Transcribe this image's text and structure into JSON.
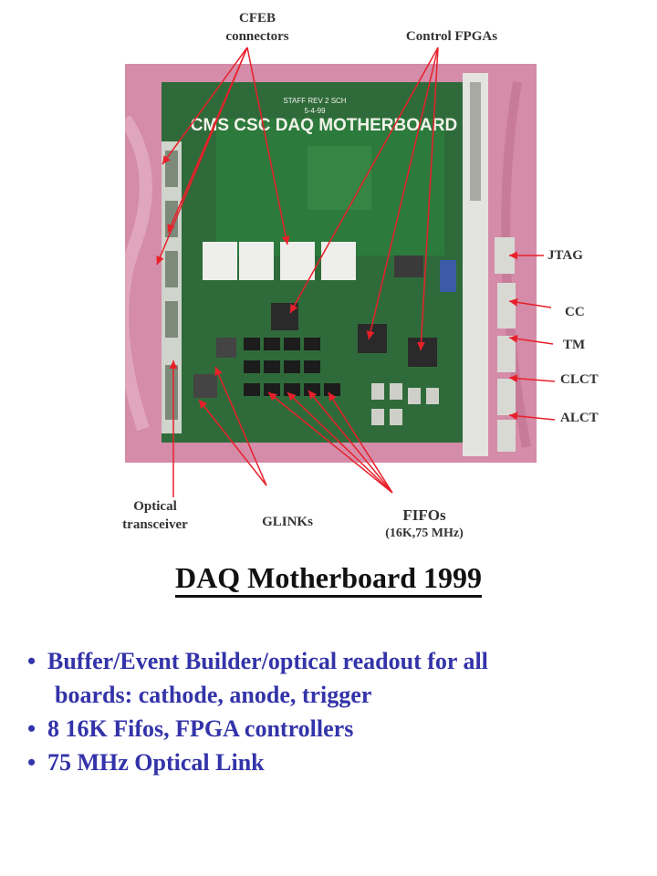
{
  "labels": {
    "cfeb_line1": "CFEB",
    "cfeb_line2": "connectors",
    "control_fpgas": "Control FPGAs",
    "jtag": "JTAG",
    "cc": "CC",
    "tm": "TM",
    "clct": "CLCT",
    "alct": "ALCT",
    "optical_line1": "Optical",
    "optical_line2": "transceiver",
    "glinks": "GLINKs",
    "fifos": "FIFOs",
    "fifos_sub": "(16K,75 MHz)"
  },
  "board_text": {
    "rev": "STAFF REV 2 SCH",
    "date": "5-4-99",
    "name": "CMS CSC DAQ MOTHERBOARD"
  },
  "title": "DAQ Motherboard 1999",
  "bullets": [
    {
      "line1": "Buffer/Event Builder/optical readout for all",
      "line2": "boards: cathode, anode, trigger"
    },
    {
      "line1": "8 16K Fifos, FPGA controllers",
      "line2": ""
    },
    {
      "line1": "75 MHz Optical Link",
      "line2": ""
    }
  ],
  "colors": {
    "arrow": "#e8202a",
    "bullet_text": "#3333aa",
    "pcb": "#2f6b3a",
    "pcb_dark": "#1f4f2a"
  }
}
